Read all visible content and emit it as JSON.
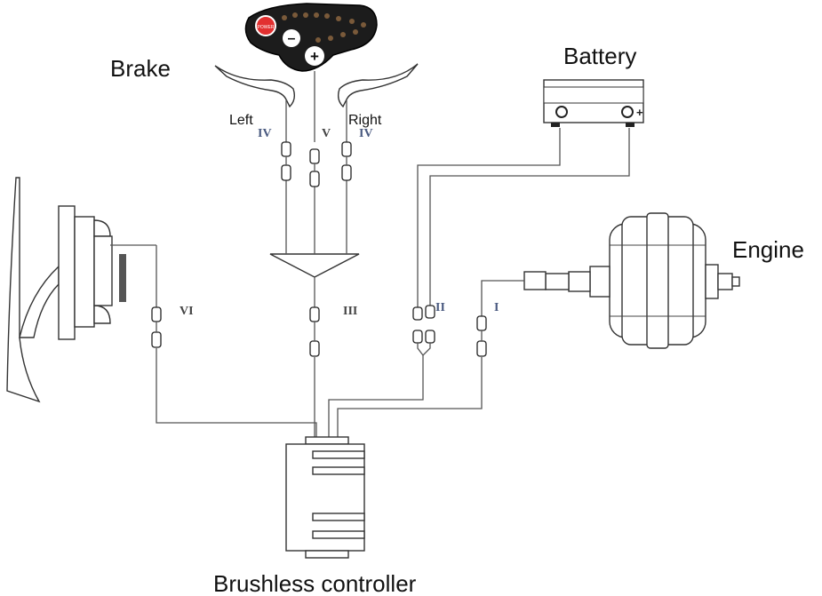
{
  "labels": {
    "brake": "Brake",
    "battery": "Battery",
    "engine": "Engine",
    "controller": "Brushless controller",
    "left": "Left",
    "right": "Right"
  },
  "connectors": {
    "i": "I",
    "ii": "II",
    "iii": "III",
    "iv_left": "IV",
    "iv_right": "IV",
    "v": "V",
    "vi": "VI"
  },
  "display_panel": {
    "buttons": [
      "–",
      "+"
    ],
    "power_label": "POWER"
  }
}
